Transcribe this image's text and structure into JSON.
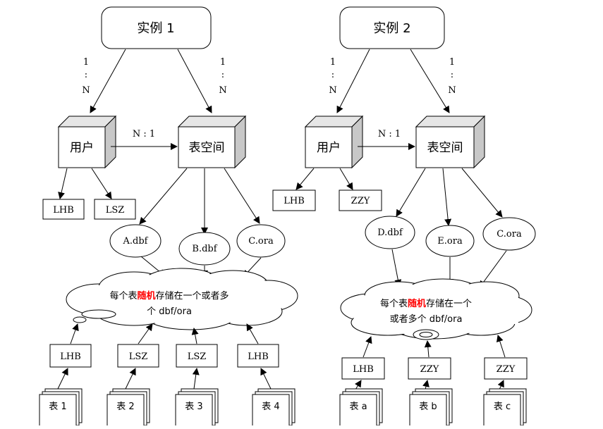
{
  "left": {
    "instance": "实例 1",
    "ratio_top_left": [
      "1",
      ":",
      "N"
    ],
    "ratio_top_right": [
      "1",
      ":",
      "N"
    ],
    "user": "用户",
    "tablespace": "表空间",
    "user_ts_ratio": "N : 1",
    "users": [
      "LHB",
      "LSZ"
    ],
    "datafiles": [
      "A.dbf",
      "B.dbf",
      "C.ora"
    ],
    "cloud_text": {
      "prefix": "每个表",
      "highlight": "随机",
      "line1_rest": "存储在一个或者多",
      "line2": "个 dbf/ora"
    },
    "owners": [
      "LHB",
      "LSZ",
      "LSZ",
      "LHB"
    ],
    "tables": [
      "表 1",
      "表 2",
      "表 3",
      "表 4"
    ]
  },
  "right": {
    "instance": "实例 2",
    "ratio_top_left": [
      "1",
      ":",
      "N"
    ],
    "ratio_top_right": [
      "1",
      ":",
      "N"
    ],
    "user": "用户",
    "tablespace": "表空间",
    "user_ts_ratio": "N : 1",
    "users": [
      "LHB",
      "ZZY"
    ],
    "datafiles": [
      "D.dbf",
      "E.ora",
      "C.ora"
    ],
    "cloud_text": {
      "prefix": "每个表",
      "highlight": "随机",
      "line1_rest": "存储在一个",
      "line2": "或者多个 dbf/ora"
    },
    "owners": [
      "LHB",
      "ZZY",
      "ZZY"
    ],
    "tables": [
      "表 a",
      "表 b",
      "表 c"
    ]
  },
  "colors": {
    "highlight": "#ff0000",
    "line": "#000000",
    "cube_side": "#c8c8c8",
    "cube_top": "#e6e6e6"
  }
}
